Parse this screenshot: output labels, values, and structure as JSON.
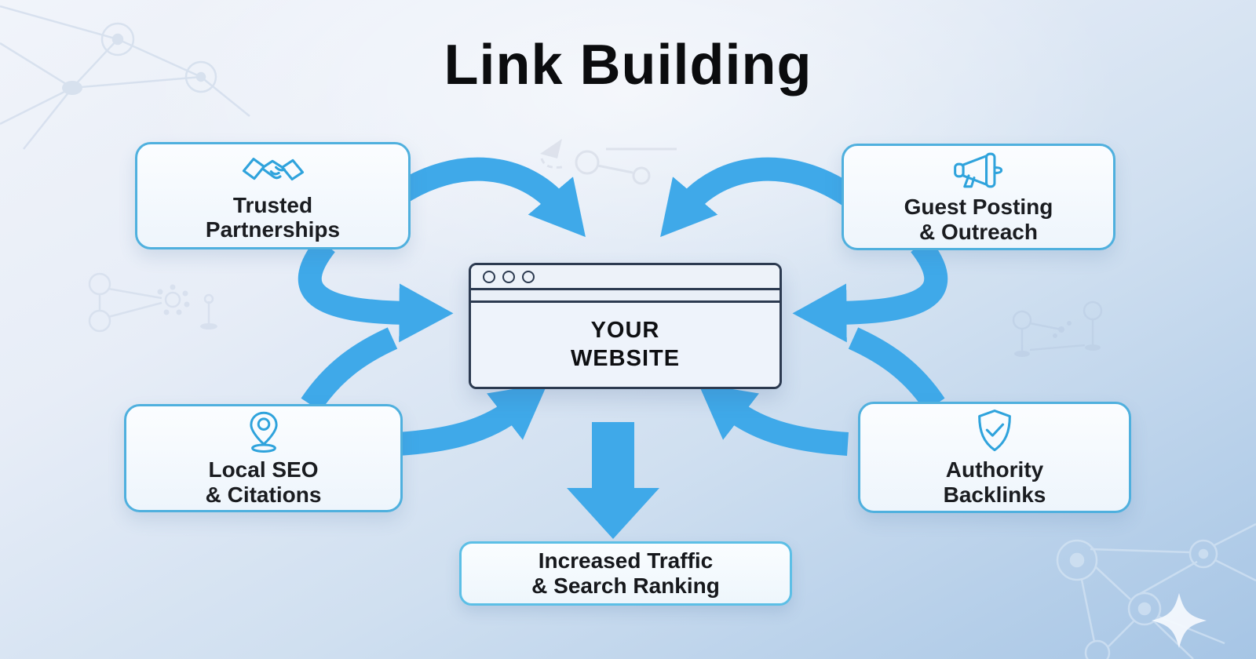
{
  "title": "Link Building",
  "center_website": {
    "line1": "YOUR",
    "line2": "WEBSITE",
    "icon": "browser-window-icon"
  },
  "cards": {
    "top_left": {
      "line1": "Trusted",
      "line2": "Partnerships",
      "icon": "handshake-icon"
    },
    "top_right": {
      "line1": "Guest Posting",
      "line2": "& Outreach",
      "icon": "megaphone-icon"
    },
    "bottom_left": {
      "line1": "Local SEO",
      "line2": "& Citations",
      "icon": "location-pin-icon"
    },
    "bottom_right": {
      "line1": "Authority",
      "line2": "Backlinks",
      "icon": "shield-check-icon"
    }
  },
  "result": {
    "line1": "Increased Traffic",
    "line2": "& Search Ranking"
  },
  "colors": {
    "arrow": "#3fa9e9",
    "card_border": "#4fb0de",
    "result_border": "#5cbfe6",
    "window_outline": "#2c3a50",
    "icon_stroke": "#2fa3dc",
    "text": "#16181c",
    "background_top": "#f1f4fa",
    "background_bottom": "#a6c5e5"
  }
}
